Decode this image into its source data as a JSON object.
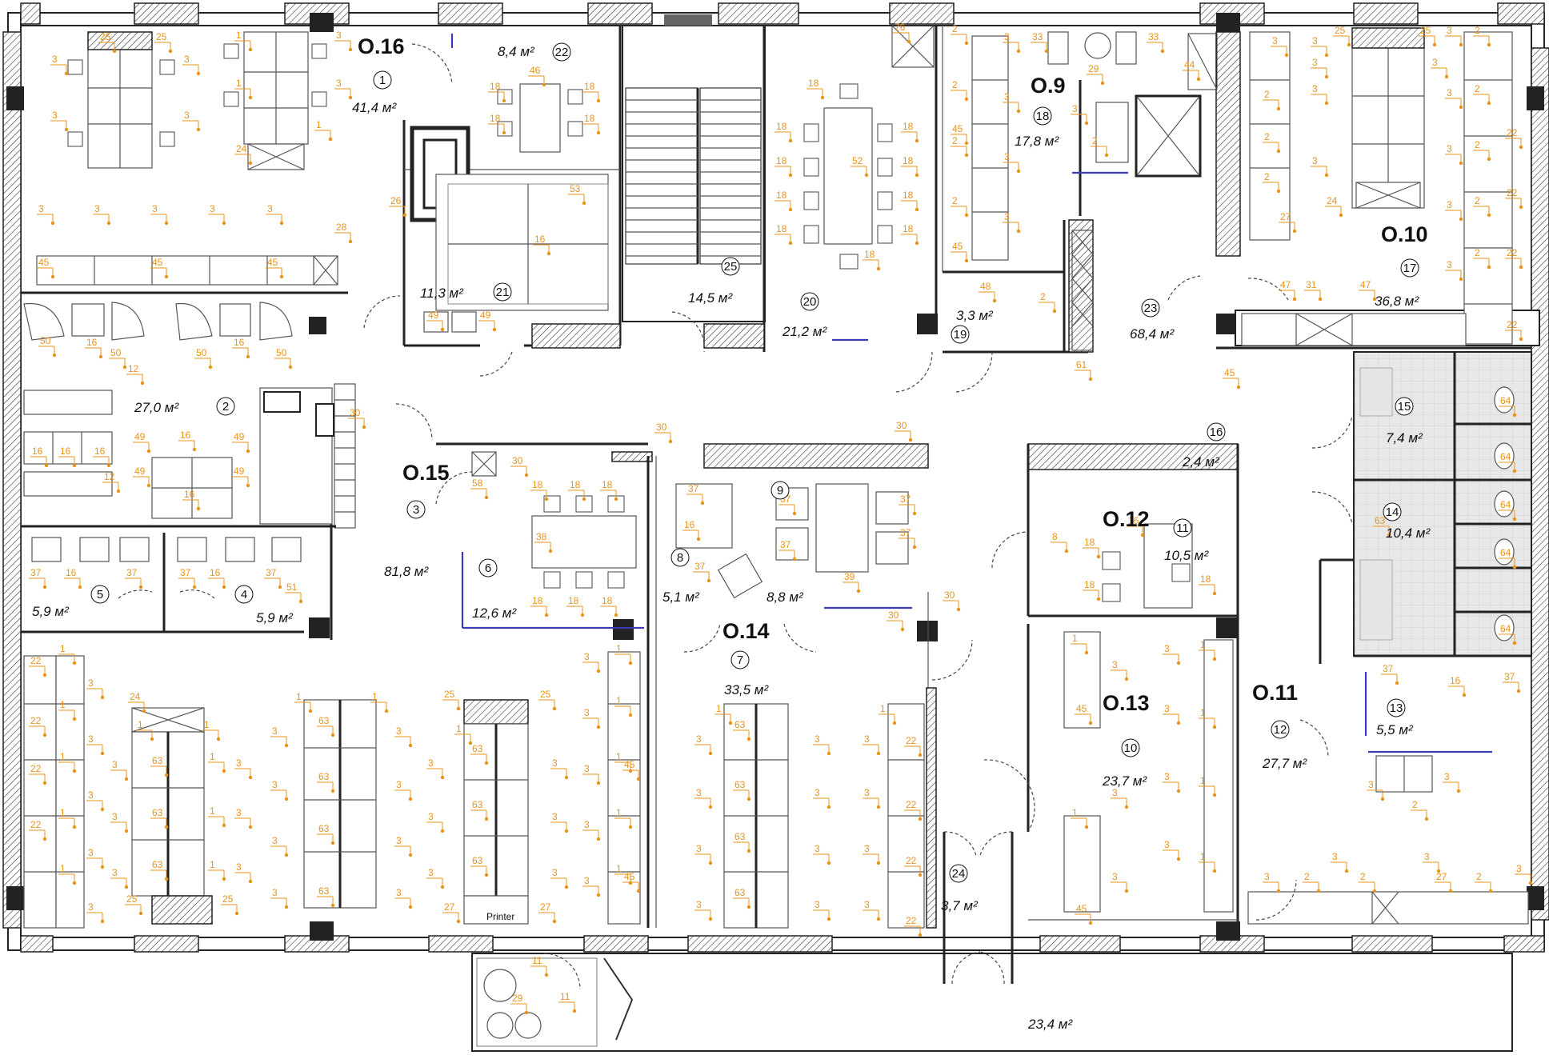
{
  "plan": {
    "room_codes": [
      {
        "id": "o16",
        "text": "O.16"
      },
      {
        "id": "o9",
        "text": "O.9"
      },
      {
        "id": "o10",
        "text": "O.10"
      },
      {
        "id": "o15",
        "text": "O.15"
      },
      {
        "id": "o12",
        "text": "O.12"
      },
      {
        "id": "o14",
        "text": "O.14"
      },
      {
        "id": "o13",
        "text": "O.13"
      },
      {
        "id": "o11",
        "text": "O.11"
      }
    ],
    "rooms": [
      {
        "num": "1",
        "area": "41,4 м²"
      },
      {
        "num": "2",
        "area": "27,0 м²"
      },
      {
        "num": "3",
        "area": "81,8 м²"
      },
      {
        "num": "4",
        "area": "5,9 м²"
      },
      {
        "num": "5",
        "area": "5,9 м²"
      },
      {
        "num": "6",
        "area": "12,6 м²"
      },
      {
        "num": "7",
        "area": "33,5 м²"
      },
      {
        "num": "8",
        "area": "5,1 м²"
      },
      {
        "num": "9",
        "area": "8,8 м²"
      },
      {
        "num": "10",
        "area": "23,7 м²"
      },
      {
        "num": "11",
        "area": "10,5 м²"
      },
      {
        "num": "12",
        "area": "27,7 м²"
      },
      {
        "num": "13",
        "area": "5,5 м²"
      },
      {
        "num": "14",
        "area": "10,4 м²"
      },
      {
        "num": "15",
        "area": "7,4 м²"
      },
      {
        "num": "16",
        "area": "2,4 м²"
      },
      {
        "num": "17",
        "area": "36,8 м²"
      },
      {
        "num": "18",
        "area": "17,8 м²"
      },
      {
        "num": "19",
        "area": "3,3 м²"
      },
      {
        "num": "20",
        "area": "21,2 м²"
      },
      {
        "num": "21",
        "area": "11,3 м²"
      },
      {
        "num": "22",
        "area": "8,4 м²"
      },
      {
        "num": "23",
        "area": "68,4 м²"
      },
      {
        "num": "24",
        "area": "3,7 м²"
      },
      {
        "num": "25",
        "area": "14,5 м²"
      }
    ],
    "terrace_area": "23,4 м²",
    "printer_label": "Printer",
    "furniture_tags": [
      "1",
      "2",
      "3",
      "8",
      "11",
      "12",
      "16",
      "18",
      "22",
      "24",
      "25",
      "26",
      "27",
      "28",
      "29",
      "30",
      "31",
      "33",
      "37",
      "38",
      "39",
      "44",
      "45",
      "46",
      "47",
      "48",
      "49",
      "50",
      "51",
      "52",
      "53",
      "58",
      "61",
      "63",
      "64",
      "76"
    ],
    "colors": {
      "tag": "#e8941a",
      "wall": "#222222",
      "glass": "#3b3bb8",
      "wc_floor": "#e6e6e6"
    }
  }
}
